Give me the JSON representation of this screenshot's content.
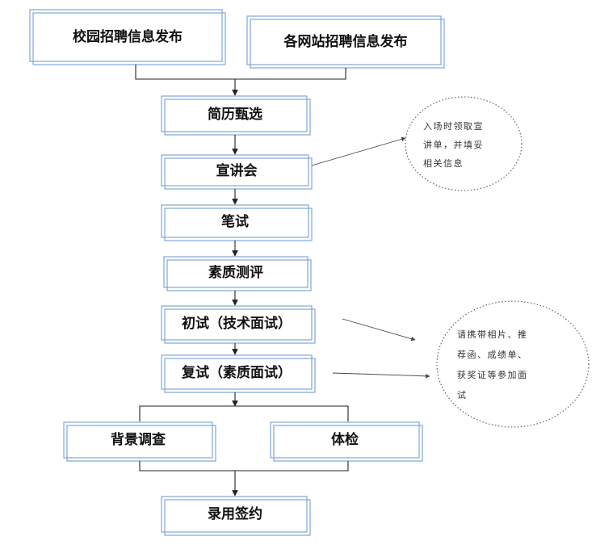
{
  "nodes": {
    "campus": "校园招聘信息发布",
    "websites": "各网站招聘信息发布",
    "resume": "简历甄选",
    "presentation": "宣讲会",
    "written": "笔试",
    "quality": "素质测评",
    "first": "初试（技术面试）",
    "second": "复试（素质面试）",
    "background": "背景调查",
    "physical": "体检",
    "offer": "录用签约"
  },
  "notes": {
    "presentation_note": [
      "入场时领取宣",
      "讲单，并填妥",
      "相关信息"
    ],
    "interview_note": [
      "请携带相片、推",
      "荐函、成绩单、",
      "获奖证等参加面",
      "试"
    ]
  },
  "colors": {
    "box_border": "#7fa7d6",
    "line": "#222222",
    "note_border": "#555555"
  }
}
